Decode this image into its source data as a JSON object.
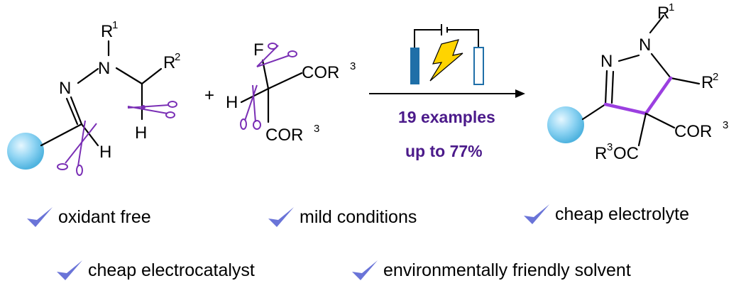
{
  "reactant1": {
    "r_label": "R",
    "r_sup": "1",
    "n1": "N",
    "n2": "N",
    "r2_label": "R",
    "r2_sup": "2",
    "h1": "H",
    "h2": "H"
  },
  "plus": "+",
  "reactant2": {
    "f": "F",
    "h": "H",
    "cor_label": "COR",
    "cor_sup": "3"
  },
  "arrow": {
    "line1": "19 examples",
    "line2": "up to 77%"
  },
  "product": {
    "r1_label": "R",
    "r1_sup": "1",
    "n1": "N",
    "n2": "N",
    "r2_label": "R",
    "r2_sup": "2",
    "cor_label": "COR",
    "cor_sup": "3",
    "rcoc_r": "R",
    "rcoc_sup": "3",
    "rcoc_tail": "OC"
  },
  "features": [
    "oxidant free",
    "mild conditions",
    "cheap electrolyte",
    "cheap electrocatalyst",
    "environmentally friendly solvent"
  ],
  "colors": {
    "accent": "#4b1a8a",
    "newbond": "#9b3fe0",
    "check": "#6a74d8",
    "anode": "#1f6fa8",
    "bolt": "#ffd400"
  }
}
